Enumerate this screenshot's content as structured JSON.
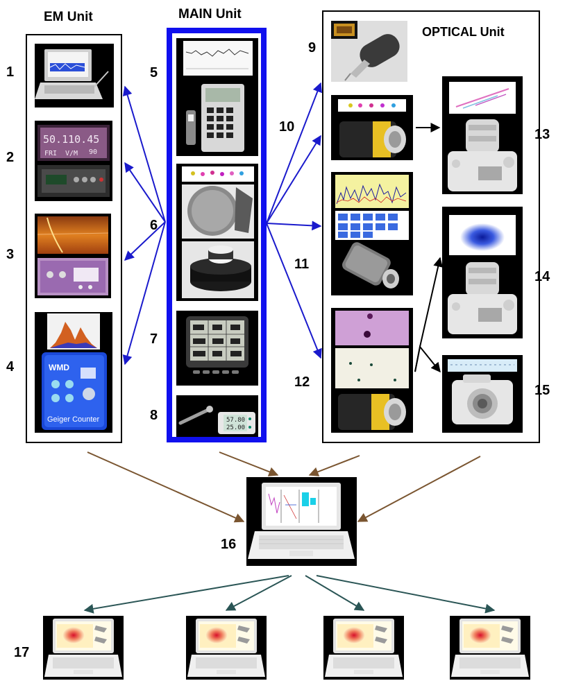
{
  "units": {
    "em": "EM Unit",
    "main": "MAIN Unit",
    "optical": "OPTICAL Unit"
  },
  "em_photos": {
    "p2_display_line1": "50.110.45",
    "p2_display_line2": "90",
    "p2_display_line3": "FRI",
    "p2_display_line4": "V/M",
    "p4_brand": "WMD",
    "p4_name": "Geiger Counter"
  },
  "main_photos": {
    "p8_display_line1": "57.80",
    "p8_display_line2": "25.00"
  },
  "numbers": [
    "1",
    "2",
    "3",
    "4",
    "5",
    "6",
    "7",
    "8",
    "9",
    "10",
    "11",
    "12",
    "13",
    "14",
    "15",
    "16",
    "17"
  ],
  "colors": {
    "main_border": "#1010ee",
    "blue_arrow": "#1a1acc",
    "brown_arrow": "#7a5530",
    "teal_arrow": "#2a5555",
    "black_arrow": "#000000"
  }
}
